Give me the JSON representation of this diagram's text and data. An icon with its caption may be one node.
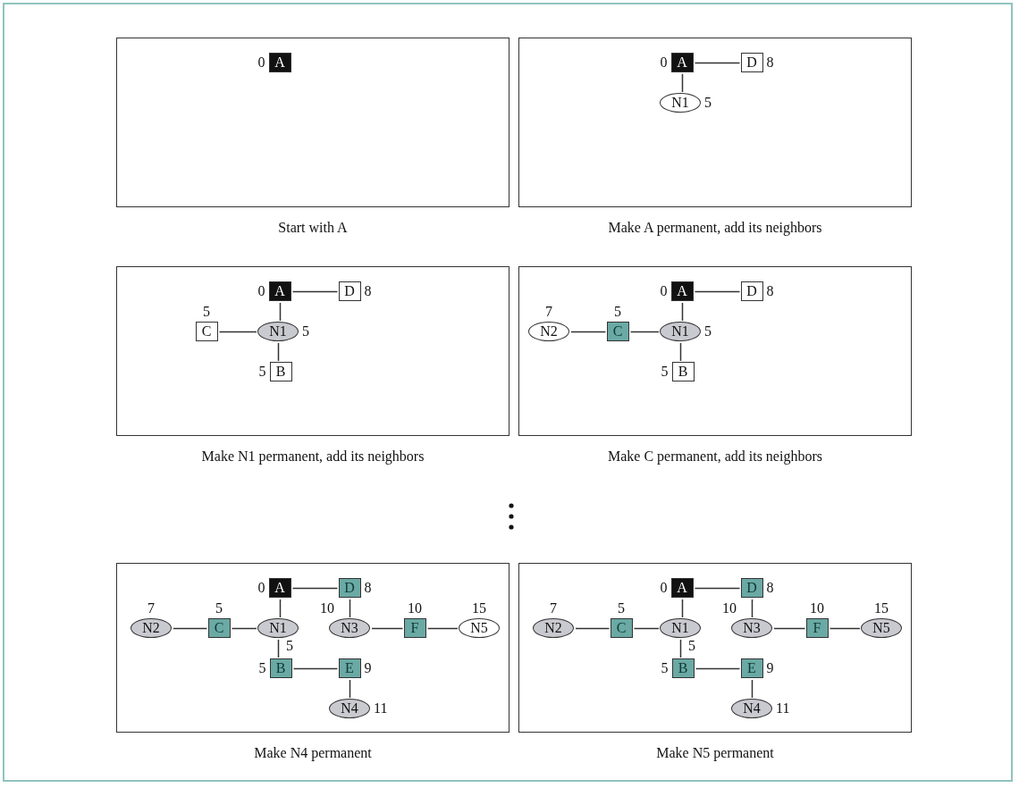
{
  "diagram": {
    "nodes": [
      {
        "text": [
          "Start with A"
        ]
      },
      {
        "text": [
          "A"
        ],
        "in": 0,
        "beside": [
          "0"
        ]
      },
      {
        "text": [
          "Make A permanent, add its neighbors"
        ]
      },
      {
        "text": [
          "A"
        ],
        "in": 2,
        "beside": [
          "0"
        ]
      },
      {
        "text": [
          "D"
        ],
        "in": 2,
        "beside": [
          "8"
        ]
      },
      {
        "text": [
          "N1"
        ],
        "in": 2,
        "beside": [
          "5"
        ]
      },
      {
        "text": [
          "Make N1 permanent, add its neighbors"
        ]
      },
      {
        "text": [
          "A"
        ],
        "in": 6,
        "beside": [
          "0"
        ]
      },
      {
        "text": [
          "D"
        ],
        "in": 6,
        "beside": [
          "8"
        ]
      },
      {
        "text": [
          "C"
        ],
        "in": 6,
        "beside": [
          "5"
        ]
      },
      {
        "text": [
          "N1"
        ],
        "in": 6,
        "beside": [
          "5"
        ]
      },
      {
        "text": [
          "B"
        ],
        "in": 6,
        "beside": [
          "5"
        ]
      },
      {
        "text": [
          "Make C permanent, add its neighbors"
        ]
      },
      {
        "text": [
          "A"
        ],
        "in": 12,
        "beside": [
          "0"
        ]
      },
      {
        "text": [
          "D"
        ],
        "in": 12,
        "beside": [
          "8"
        ]
      },
      {
        "text": [
          "N2"
        ],
        "in": 12,
        "beside": [
          "7"
        ]
      },
      {
        "text": [
          "C"
        ],
        "in": 12,
        "beside": [
          "5"
        ]
      },
      {
        "text": [
          "N1"
        ],
        "in": 12,
        "beside": [
          "5"
        ]
      },
      {
        "text": [
          "B"
        ],
        "in": 12,
        "beside": [
          "5"
        ]
      },
      {
        "text": [
          "Make N4 permanent"
        ]
      },
      {
        "text": [
          "A"
        ],
        "in": 19,
        "beside": [
          "0"
        ]
      },
      {
        "text": [
          "D"
        ],
        "in": 19,
        "beside": [
          "8"
        ]
      },
      {
        "text": [
          "N2"
        ],
        "in": 19,
        "beside": [
          "7"
        ]
      },
      {
        "text": [
          "C"
        ],
        "in": 19,
        "beside": [
          "5"
        ]
      },
      {
        "text": [
          "N1"
        ],
        "in": 19,
        "beside": [
          "5"
        ]
      },
      {
        "text": [
          "N3"
        ],
        "in": 19,
        "beside": [
          "10"
        ]
      },
      {
        "text": [
          "F"
        ],
        "in": 19,
        "beside": [
          "10"
        ]
      },
      {
        "text": [
          "N5"
        ],
        "in": 19,
        "beside": [
          "15"
        ]
      },
      {
        "text": [
          "B"
        ],
        "in": 19,
        "beside": [
          "5"
        ]
      },
      {
        "text": [
          "E"
        ],
        "in": 19,
        "beside": [
          "9"
        ]
      },
      {
        "text": [
          "N4"
        ],
        "in": 19,
        "beside": [
          "11"
        ]
      },
      {
        "text": [
          "Make N5 permanent"
        ]
      },
      {
        "text": [
          "A"
        ],
        "in": 31,
        "beside": [
          "0"
        ]
      },
      {
        "text": [
          "D"
        ],
        "in": 31,
        "beside": [
          "8"
        ]
      },
      {
        "text": [
          "N2"
        ],
        "in": 31,
        "beside": [
          "7"
        ]
      },
      {
        "text": [
          "C"
        ],
        "in": 31,
        "beside": [
          "5"
        ]
      },
      {
        "text": [
          "N1"
        ],
        "in": 31,
        "beside": [
          "5"
        ]
      },
      {
        "text": [
          "N3"
        ],
        "in": 31,
        "beside": [
          "10"
        ]
      },
      {
        "text": [
          "F"
        ],
        "in": 31,
        "beside": [
          "10"
        ]
      },
      {
        "text": [
          "N5"
        ],
        "in": 31,
        "beside": [
          "15"
        ]
      },
      {
        "text": [
          "B"
        ],
        "in": 31,
        "beside": [
          "5"
        ]
      },
      {
        "text": [
          "E"
        ],
        "in": 31,
        "beside": [
          "9"
        ]
      },
      {
        "text": [
          "N4"
        ],
        "in": 31,
        "beside": [
          "11"
        ]
      }
    ],
    "edges": [
      {
        "from": 3,
        "to": 4,
        "arrow": "none"
      },
      {
        "from": 3,
        "to": 5,
        "arrow": "none"
      },
      {
        "from": 7,
        "to": 8,
        "arrow": "none"
      },
      {
        "from": 7,
        "to": 10,
        "arrow": "none"
      },
      {
        "from": 9,
        "to": 10,
        "arrow": "none"
      },
      {
        "from": 10,
        "to": 11,
        "arrow": "none"
      },
      {
        "from": 13,
        "to": 14,
        "arrow": "none"
      },
      {
        "from": 13,
        "to": 17,
        "arrow": "none"
      },
      {
        "from": 15,
        "to": 16,
        "arrow": "none"
      },
      {
        "from": 16,
        "to": 17,
        "arrow": "none"
      },
      {
        "from": 17,
        "to": 18,
        "arrow": "none"
      },
      {
        "from": 20,
        "to": 21,
        "arrow": "none"
      },
      {
        "from": 20,
        "to": 24,
        "arrow": "none"
      },
      {
        "from": 21,
        "to": 25,
        "arrow": "none"
      },
      {
        "from": 22,
        "to": 23,
        "arrow": "none"
      },
      {
        "from": 23,
        "to": 24,
        "arrow": "none"
      },
      {
        "from": 25,
        "to": 26,
        "arrow": "none"
      },
      {
        "from": 26,
        "to": 27,
        "arrow": "none"
      },
      {
        "from": 24,
        "to": 28,
        "arrow": "none"
      },
      {
        "from": 28,
        "to": 29,
        "arrow": "none"
      },
      {
        "from": 29,
        "to": 30,
        "arrow": "none"
      },
      {
        "from": 32,
        "to": 33,
        "arrow": "none"
      },
      {
        "from": 32,
        "to": 36,
        "arrow": "none"
      },
      {
        "from": 33,
        "to": 37,
        "arrow": "none"
      },
      {
        "from": 34,
        "to": 35,
        "arrow": "none"
      },
      {
        "from": 35,
        "to": 36,
        "arrow": "none"
      },
      {
        "from": 37,
        "to": 38,
        "arrow": "none"
      },
      {
        "from": 38,
        "to": 39,
        "arrow": "none"
      },
      {
        "from": 36,
        "to": 40,
        "arrow": "none"
      },
      {
        "from": 40,
        "to": 41,
        "arrow": "none"
      },
      {
        "from": 41,
        "to": 42,
        "arrow": "none"
      }
    ]
  }
}
